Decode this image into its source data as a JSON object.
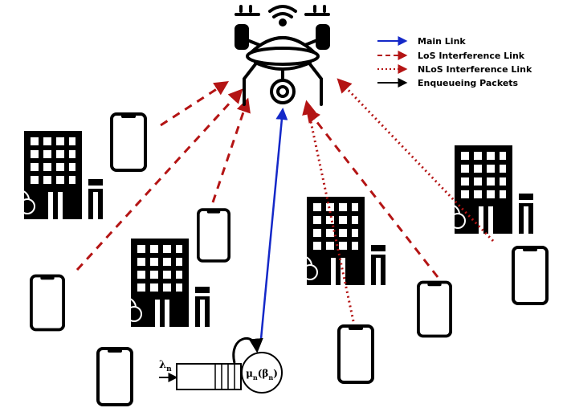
{
  "legend": {
    "main_link": "Main Link",
    "los_link": "LoS Interference Link",
    "nlos_link": "NLoS Interference Link",
    "enqueue": "Enqueueing Packets"
  },
  "queue": {
    "arrival_symbol": "λ",
    "arrival_sub": "n",
    "service_mu": "μ",
    "service_mu_sub": "n",
    "service_beta": "β",
    "service_beta_sub": "n"
  },
  "colors": {
    "main_link": "#1428c8",
    "interference": "#b41414",
    "enqueue": "#000000"
  },
  "icons": {
    "uav": "drone-icon",
    "building": "building-icon",
    "user": "smartphone-icon",
    "tree": "tree-icon"
  }
}
